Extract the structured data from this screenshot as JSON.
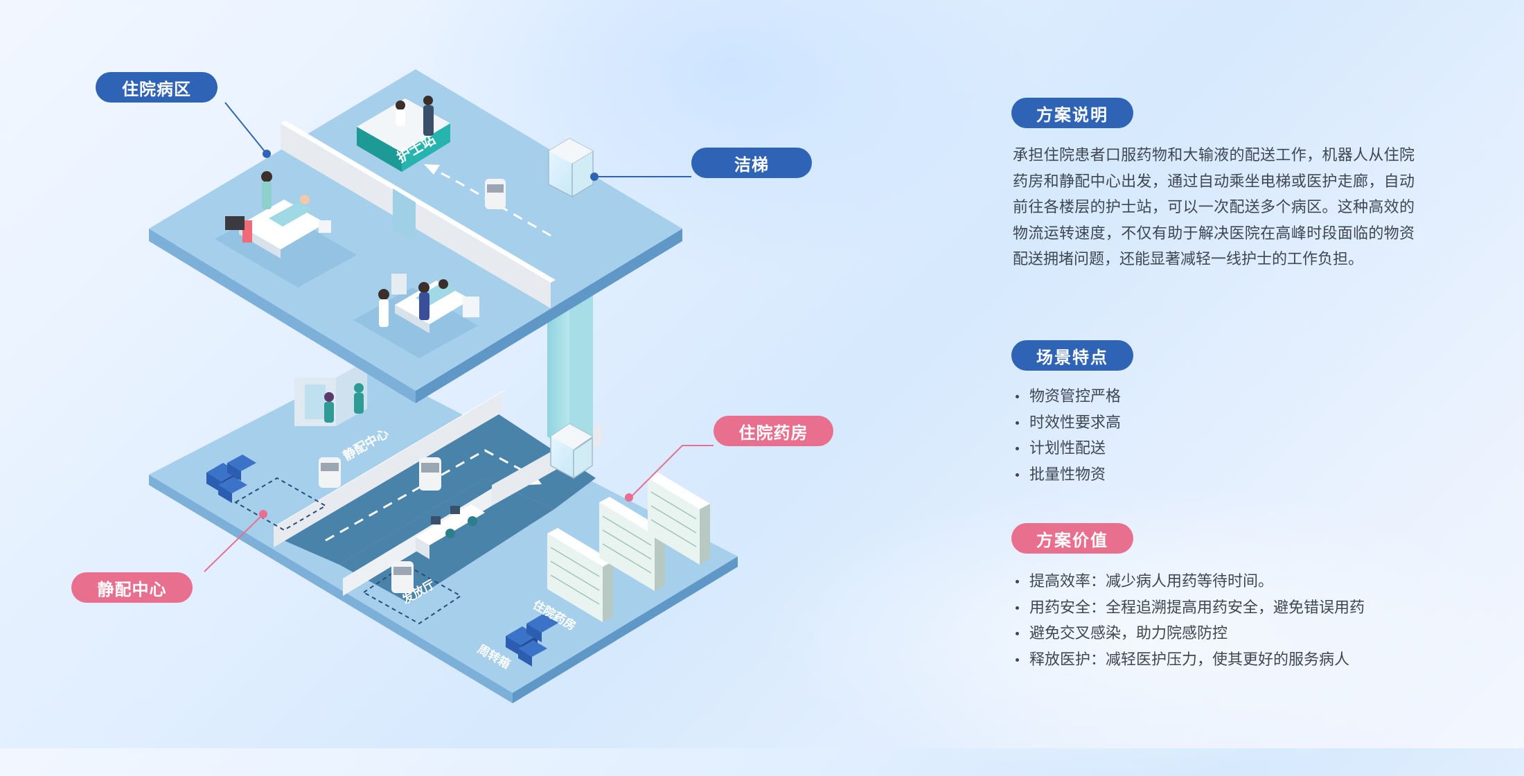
{
  "labels": {
    "ward": "住院病区",
    "elevator": "洁梯",
    "pharmacy": "住院药房",
    "pivas": "静配中心"
  },
  "scene_text": {
    "nurse_station": "护士站",
    "pivas_room": "静配中心",
    "dispensing_hall": "发放厅",
    "pharmacy_room": "住院药房",
    "turnover_box": "周转箱"
  },
  "colors": {
    "brand_blue": "#2f63b5",
    "accent_pink": "#e96f8f",
    "floor_top": "#a3cdea",
    "floor_side": "#7fb3da",
    "corridor": "#4a83aa"
  },
  "sections": {
    "plan": {
      "title": "方案说明",
      "body": "承担住院患者口服药物和大输液的配送工作，机器人从住院药房和静配中心出发，通过自动乘坐电梯或医护走廊，自动前往各楼层的护士站，可以一次配送多个病区。这种高效的物流运转速度，不仅有助于解决医院在高峰时段面临的物资配送拥堵问题，还能显著减轻一线护士的工作负担。"
    },
    "features": {
      "title": "场景特点",
      "items": [
        "物资管控严格",
        "时效性要求高",
        "计划性配送",
        "批量性物资"
      ]
    },
    "value": {
      "title": "方案价值",
      "items": [
        "提高效率：减少病人用药等待时间。",
        "用药安全：全程追溯提高用药安全，避免错误用药",
        "避免交叉感染，助力院感防控",
        "释放医护：减轻医护压力，使其更好的服务病人"
      ]
    }
  }
}
